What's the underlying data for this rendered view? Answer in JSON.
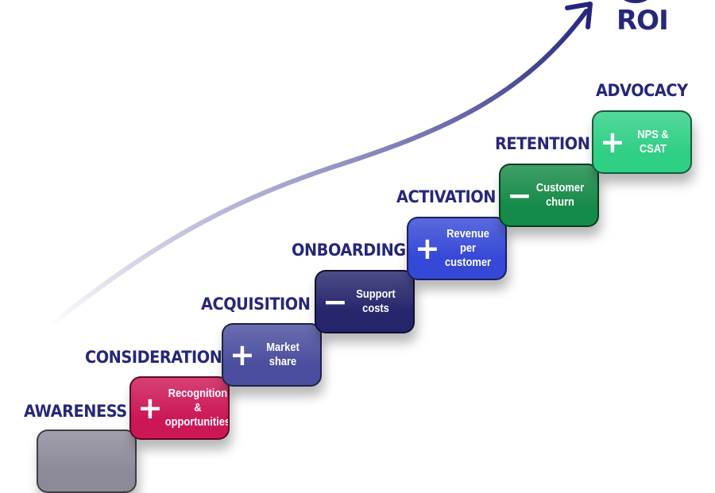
{
  "title": "ROI",
  "stages": [
    {
      "name": "AWARENESS",
      "sign": "",
      "metric": "",
      "color": "#8c8a99"
    },
    {
      "name": "CONSIDERATION",
      "sign": "+",
      "metric": "Recognition & opportunities",
      "color": "#cc1756"
    },
    {
      "name": "ACQUISITION",
      "sign": "+",
      "metric": "Market share",
      "color": "#4b4d9e"
    },
    {
      "name": "ONBOARDING",
      "sign": "−",
      "metric": "Support costs",
      "color": "#25256c"
    },
    {
      "name": "ACTIVATION",
      "sign": "+",
      "metric": "Revenue per customer",
      "color": "#3548d6"
    },
    {
      "name": "RETENTION",
      "sign": "−",
      "metric": "Customer churn",
      "color": "#168a48"
    },
    {
      "name": "ADVOCACY",
      "sign": "+",
      "metric": "NPS & CSAT",
      "color": "#2fcf86"
    }
  ],
  "arrow_color": "#2b2b85"
}
